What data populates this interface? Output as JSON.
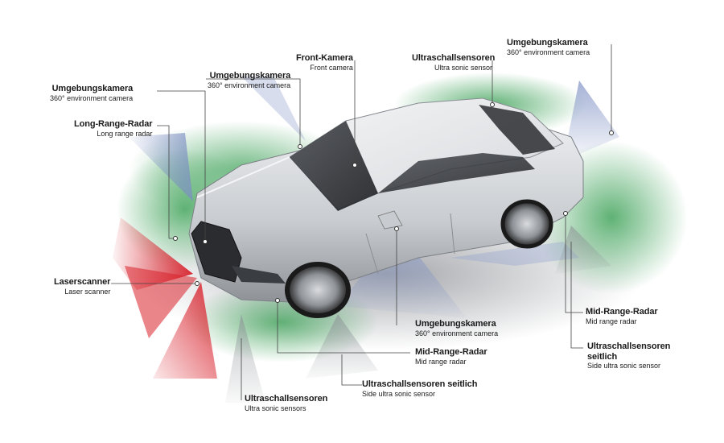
{
  "labels": {
    "umgebung_left": {
      "de": "Umgebungskamera",
      "en": "360° environment camera"
    },
    "long_range": {
      "de": "Long-Range-Radar",
      "en": "Long range radar"
    },
    "laserscanner": {
      "de": "Laserscanner",
      "en": "Laser scanner"
    },
    "umgebung_mirror": {
      "de": "Umgebungskamera",
      "en": "360° environment camera"
    },
    "front_kamera": {
      "de": "Front-Kamera",
      "en": "Front camera"
    },
    "ultra_top": {
      "de": "Ultraschallsensoren",
      "en": "Ultra sonic sensor"
    },
    "umgebung_rear": {
      "de": "Umgebungskamera",
      "en": "360° environment camera"
    },
    "umgebung_side": {
      "de": "Umgebungskamera",
      "en": "360° environment camera"
    },
    "mid_front": {
      "de": "Mid-Range-Radar",
      "en": "Mid range radar"
    },
    "ultra_side_front": {
      "de": "Ultraschallsensoren seitlich",
      "en": "Side ultra sonic sensor"
    },
    "ultra_bottom": {
      "de": "Ultraschallsensoren",
      "en": "Ultra sonic sensors"
    },
    "mid_rear": {
      "de": "Mid-Range-Radar",
      "en": "Mid range radar"
    },
    "ultra_side_rear": {
      "de": "Ultraschallsensoren",
      "de2": "seitlich",
      "en": "Side ultra sonic sensor"
    }
  },
  "colors": {
    "radar_red": "#d8202a",
    "ultrasonic_green": "#2e9a4a",
    "camera_blue": "#7d8fc4",
    "car_body": "#cfd2d6",
    "leader_line": "#444444"
  }
}
